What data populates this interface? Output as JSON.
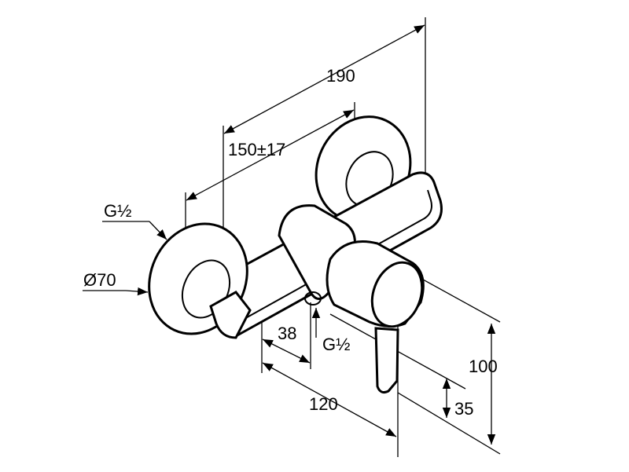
{
  "drawing": {
    "dimensions": {
      "overall_length": "190",
      "center_distance": "150±17",
      "inlet_thread": "G½",
      "rosette_diameter": "Ø70",
      "outlet_offset": "38",
      "outlet_thread": "G½",
      "projection": "120",
      "height_total": "100",
      "height_outlet": "35"
    }
  }
}
